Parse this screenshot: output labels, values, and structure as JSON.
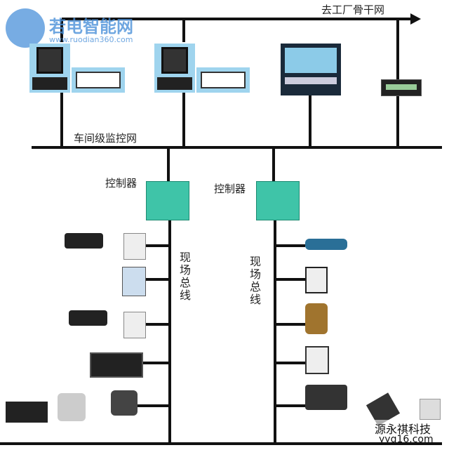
{
  "logo": {
    "name": "若电智能网",
    "url": "www.ruodian360.com"
  },
  "labels": {
    "backbone": "去工厂骨干网",
    "workshop": "车间级监控网",
    "controller1": "控制器",
    "controller2": "控制器",
    "fieldbus1": "现场总线",
    "fieldbus2": "现场总线"
  },
  "watermark": {
    "name": "源永祺科技",
    "url": "yyq16.com"
  },
  "colors": {
    "line": "#111111",
    "controller": "#3fc4a8",
    "logo": "#4a90d9",
    "screen": "#8ccbe8"
  }
}
